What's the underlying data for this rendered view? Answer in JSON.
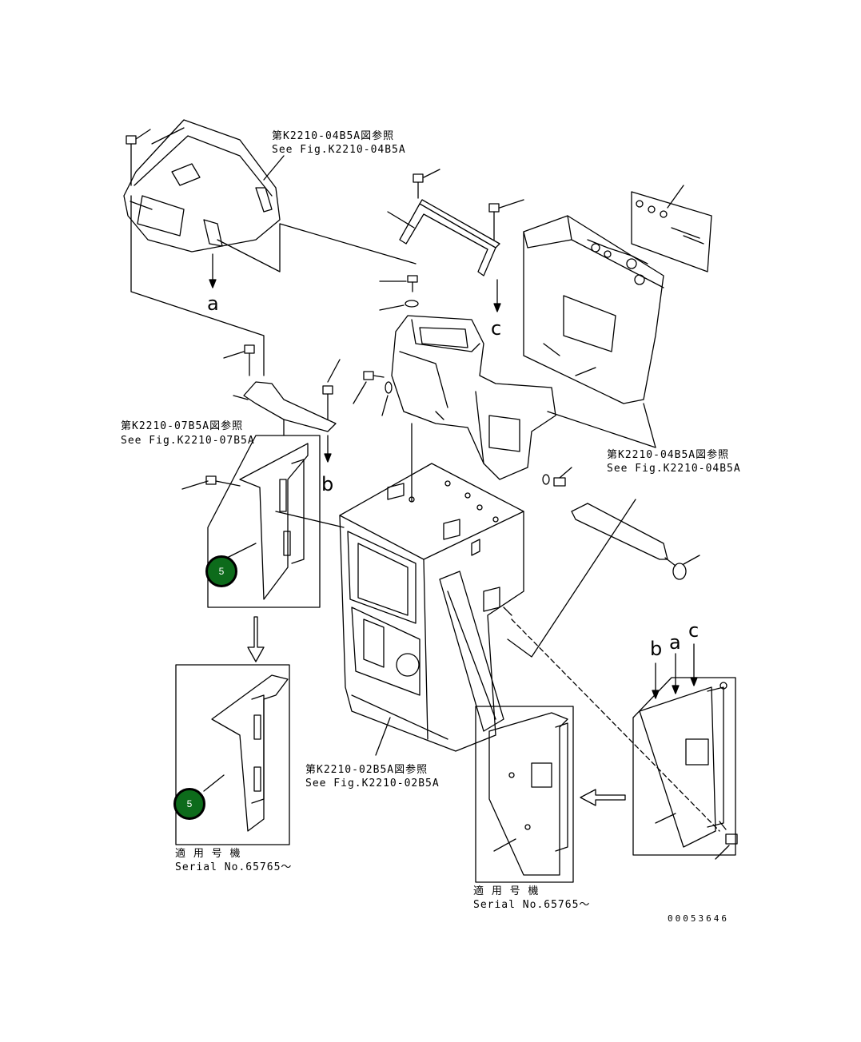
{
  "references": {
    "top_cover_jp": "第K2210-04B5A図参照",
    "top_cover_en": "See Fig.K2210-04B5A",
    "left_plate_jp": "第K2210-07B5A図参照",
    "left_plate_en": "See Fig.K2210-07B5A",
    "right_unit_jp": "第K2210-04B5A図参照",
    "right_unit_en": "See Fig.K2210-04B5A",
    "base_jp": "第K2210-02B5A図参照",
    "base_en": "See Fig.K2210-02B5A"
  },
  "connectors": {
    "a": "a",
    "b": "b",
    "c": "c",
    "b2": "b",
    "a2": "a",
    "c2": "c"
  },
  "callouts": {
    "upper": "5",
    "lower": "5"
  },
  "applicability": {
    "left_jp": "適 用 号 機",
    "left_en": "Serial No.65765～",
    "right_jp": "適 用 号 機",
    "right_en": "Serial No.65765～"
  },
  "drawing_number": "00053646",
  "colors": {
    "callout_fill": "#0d6b1b",
    "line": "#000000"
  }
}
